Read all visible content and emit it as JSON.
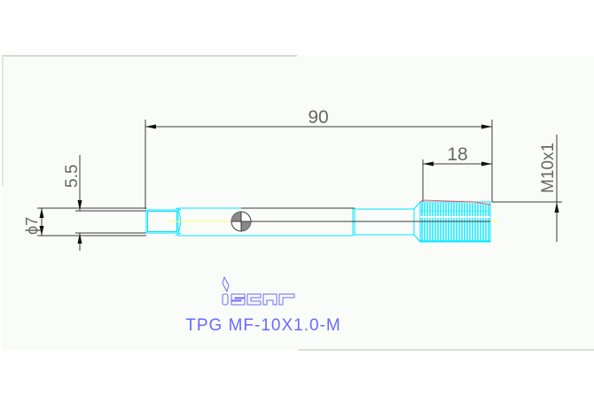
{
  "drawing": {
    "background_color": "#fafcfa",
    "frame_color": "#d8d8d8",
    "line_color": "#3a3a3a",
    "tool_color": "#00e5ff",
    "centerline_color": "#ffff66",
    "thread_edge_color": "#ff5050",
    "brand_color": "#6a6aff"
  },
  "dimensions": {
    "overall_length": "90",
    "thread_length": "18",
    "shank_diameter": "ϕ7",
    "square_size": "5.5",
    "thread_spec": "M10x1"
  },
  "brand": {
    "logo_text": "iscar"
  },
  "title": {
    "designation": "TPG MF-10X1.0-M"
  }
}
